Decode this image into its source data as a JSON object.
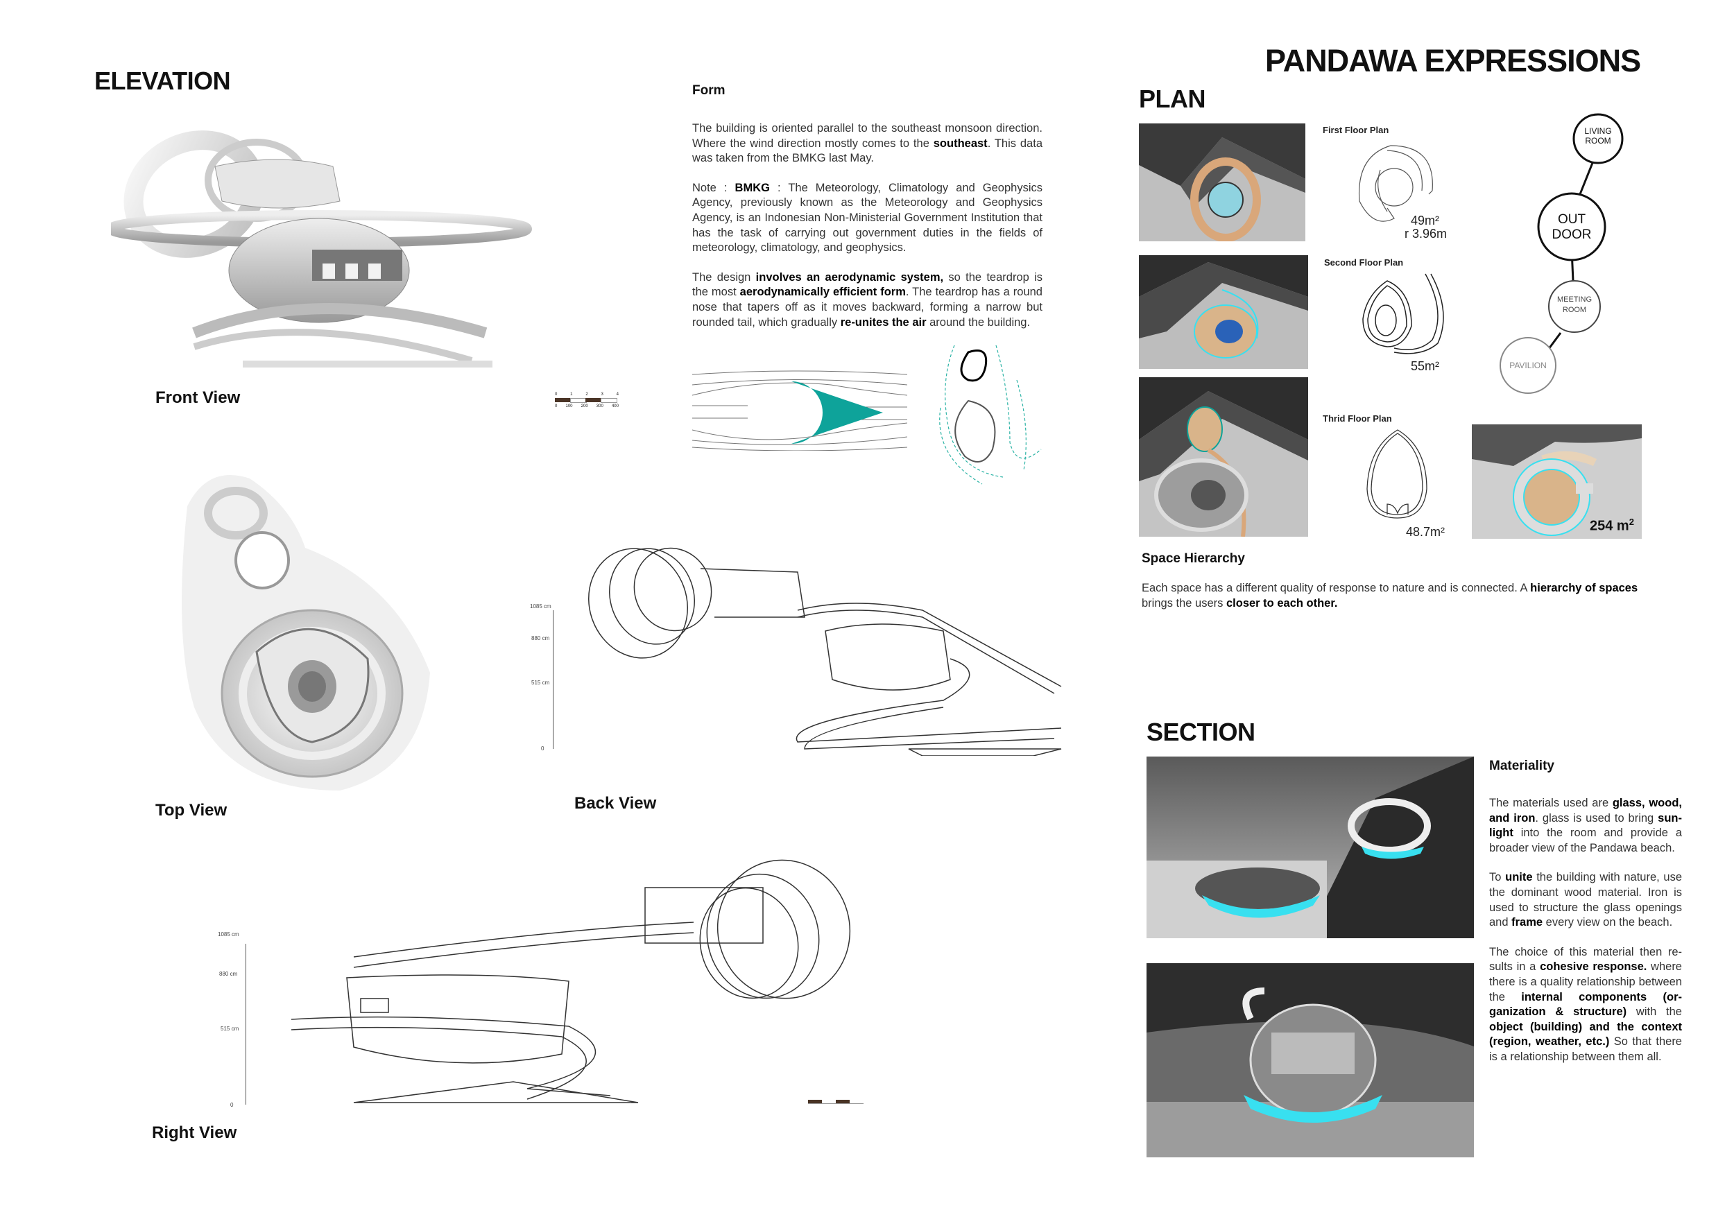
{
  "title": "PANDAWA EXPRESSIONS",
  "elevation": {
    "heading": "ELEVATION",
    "front_view": "Front View",
    "top_view": "Top View",
    "back_view": "Back View",
    "right_view": "Right View",
    "height_axis": [
      "1085 cm",
      "880 cm",
      "515 cm",
      "0"
    ],
    "scale_bar": {
      "top": [
        "0",
        "1",
        "2",
        "3",
        "4"
      ],
      "bottom": [
        "0",
        "100",
        "200",
        "300",
        "400"
      ]
    }
  },
  "form": {
    "heading": "Form",
    "paragraphs": [
      [
        {
          "t": "The building is oriented parallel to the southeast monsoon direction. Where the wind direction mostly comes to the "
        },
        {
          "t": "southeast",
          "b": true
        },
        {
          "t": ". This data was taken from the BMKG last May."
        }
      ],
      [
        {
          "t": "Note : "
        },
        {
          "t": "BMKG",
          "b": true
        },
        {
          "t": " : The Meteorology, Climatology and Geophysics Agency, previously known as the Meteorology and Geophysics Agency, is an Indonesian Non-Ministerial Government Institution that has the task of carrying out government duties in the fields of meteorology, climatology, and geophysics."
        }
      ],
      [
        {
          "t": "The design "
        },
        {
          "t": "involves an aerodynamic system,",
          "b": true
        },
        {
          "t": " so the teardrop is the most "
        },
        {
          "t": "aerodynamically efficient form",
          "b": true
        },
        {
          "t": ". The teardrop has a round nose that tapers off as it moves backward, forming a narrow but rounded tail, which gradually "
        },
        {
          "t": "re-unites the air",
          "b": true
        },
        {
          "t": " around the building."
        }
      ]
    ]
  },
  "plan": {
    "heading": "PLAN",
    "floors": [
      {
        "label": "First Floor Plan",
        "area": "49m²",
        "radius": "r 3.96m"
      },
      {
        "label": "Second Floor Plan",
        "area": "55m²"
      },
      {
        "label": "Thrid Floor Plan",
        "area": "48.7m²"
      }
    ],
    "pavilion_area": "254 m",
    "pavilion_area_sup": "2",
    "hierarchy_nodes": [
      "LIVING ROOM",
      "OUT DOOR",
      "MEETING ROOM",
      "PAVILION"
    ],
    "space_hierarchy": {
      "heading": "Space Hierarchy",
      "text": [
        {
          "t": "Each space has a different quality of response to nature and is connected. A "
        },
        {
          "t": "hierarchy of spaces",
          "b": true
        },
        {
          "t": " brings the users "
        },
        {
          "t": "closer to each other.",
          "b": true
        }
      ]
    }
  },
  "section": {
    "heading": "SECTION",
    "materiality": {
      "heading": "Materiality",
      "paragraphs": [
        [
          {
            "t": "The materials used are "
          },
          {
            "t": "glass, wood, and iron",
            "b": true
          },
          {
            "t": ". glass is used to bring "
          },
          {
            "t": "sun­light",
            "b": true
          },
          {
            "t": " into the room and provide a broader view of the Pandawa beach."
          }
        ],
        [
          {
            "t": "To "
          },
          {
            "t": "unite",
            "b": true
          },
          {
            "t": " the building with nature, use the dominant wood material. Iron is used to structure the glass openings and "
          },
          {
            "t": "frame",
            "b": true
          },
          {
            "t": " every view on the beach."
          }
        ],
        [
          {
            "t": "The choice of this material then re­sults in a "
          },
          {
            "t": "cohesive response.",
            "b": true
          },
          {
            "t": " where there is a quality relationship be­tween the "
          },
          {
            "t": "internal components (or­ganization & structure)",
            "b": true
          },
          {
            "t": " with the "
          },
          {
            "t": "object (building) and the context (region, weather, etc.)",
            "b": true
          },
          {
            "t": " So that there is a relationship between them all."
          }
        ]
      ]
    }
  },
  "colors": {
    "teal": "#0ea39a",
    "cyan": "#38e0f0",
    "wood": "#d9a77a",
    "scale_brown": "#4a3426"
  }
}
